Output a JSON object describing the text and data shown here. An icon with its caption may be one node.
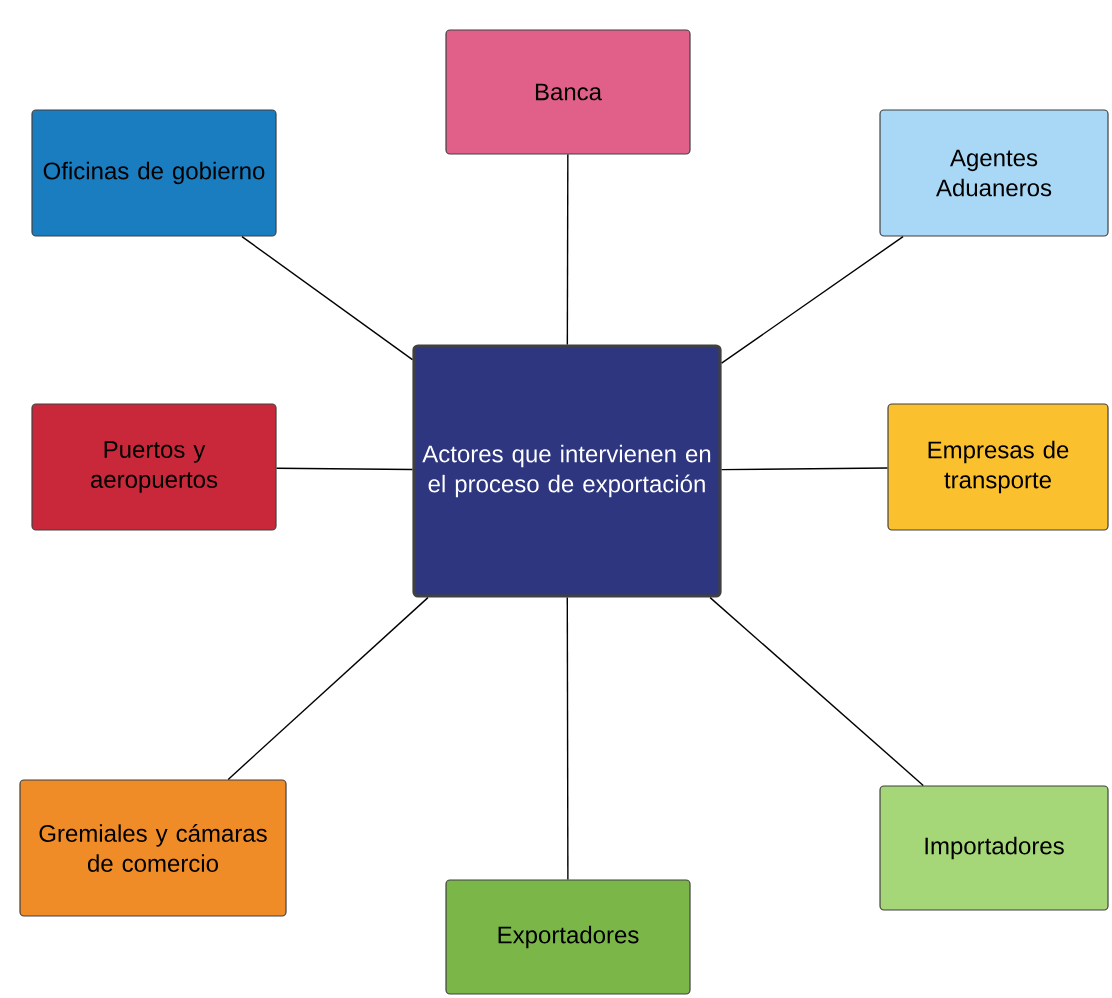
{
  "diagram": {
    "nodes": [
      {
        "text": [
          "Actores que intervienen en el proceso de exportación"
        ]
      },
      {
        "text": [
          "Banca"
        ]
      },
      {
        "text": [
          "Oficinas de gobierno"
        ]
      },
      {
        "text": [
          "Agentes Aduaneros"
        ]
      },
      {
        "text": [
          "Puertos y aeropuertos"
        ]
      },
      {
        "text": [
          "Empresas de transporte"
        ]
      },
      {
        "text": [
          "Gremiales y cámaras de comercio"
        ]
      },
      {
        "text": [
          "Importadores"
        ]
      },
      {
        "text": [
          "Exportadores"
        ]
      }
    ],
    "edges": [
      {
        "from": 0,
        "to": 1,
        "arrow": "none"
      },
      {
        "from": 0,
        "to": 2,
        "arrow": "none"
      },
      {
        "from": 0,
        "to": 3,
        "arrow": "none"
      },
      {
        "from": 0,
        "to": 4,
        "arrow": "none"
      },
      {
        "from": 0,
        "to": 5,
        "arrow": "none"
      },
      {
        "from": 0,
        "to": 6,
        "arrow": "none"
      },
      {
        "from": 0,
        "to": 7,
        "arrow": "none"
      },
      {
        "from": 0,
        "to": 8,
        "arrow": "none"
      }
    ]
  }
}
